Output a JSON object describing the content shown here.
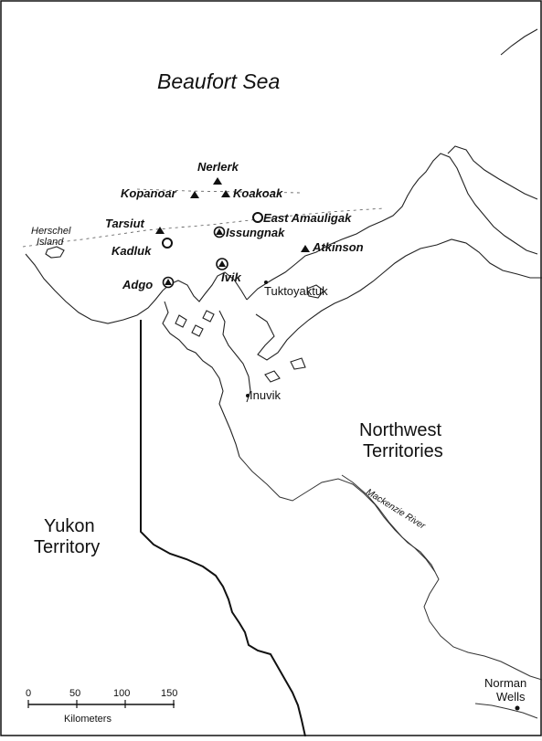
{
  "water_label": "Beaufort Sea",
  "regions": {
    "nwt_line1": "Northwest",
    "nwt_line2": "Territories",
    "yukon_line1": "Yukon",
    "yukon_line2": "Territory"
  },
  "features": {
    "herschel_line1": "Herschel",
    "herschel_line2": "Island",
    "mackenzie_river": "Mackenzie River"
  },
  "sites": [
    {
      "name": "Nerlerk",
      "symbol": "triangle"
    },
    {
      "name": "Kopanoar",
      "symbol": "triangle"
    },
    {
      "name": "Koakoak",
      "symbol": "triangle"
    },
    {
      "name": "Tarsiut",
      "symbol": "triangle"
    },
    {
      "name": "East Amauligak",
      "symbol": "open-circle"
    },
    {
      "name": "Issungnak",
      "symbol": "circle-triangle"
    },
    {
      "name": "Kadluk",
      "symbol": "open-circle"
    },
    {
      "name": "Atkinson",
      "symbol": "triangle"
    },
    {
      "name": "Ivik",
      "symbol": "circle-triangle"
    },
    {
      "name": "Adgo",
      "symbol": "circle-triangle"
    }
  ],
  "towns": {
    "tuktoyaktuk": "Tuktoyaktuk",
    "inuvik": "Inuvik",
    "norman_line1": "Norman",
    "norman_line2": "Wells"
  },
  "scale_bar": {
    "ticks": [
      "0",
      "50",
      "100",
      "150"
    ],
    "unit": "Kilometers"
  }
}
